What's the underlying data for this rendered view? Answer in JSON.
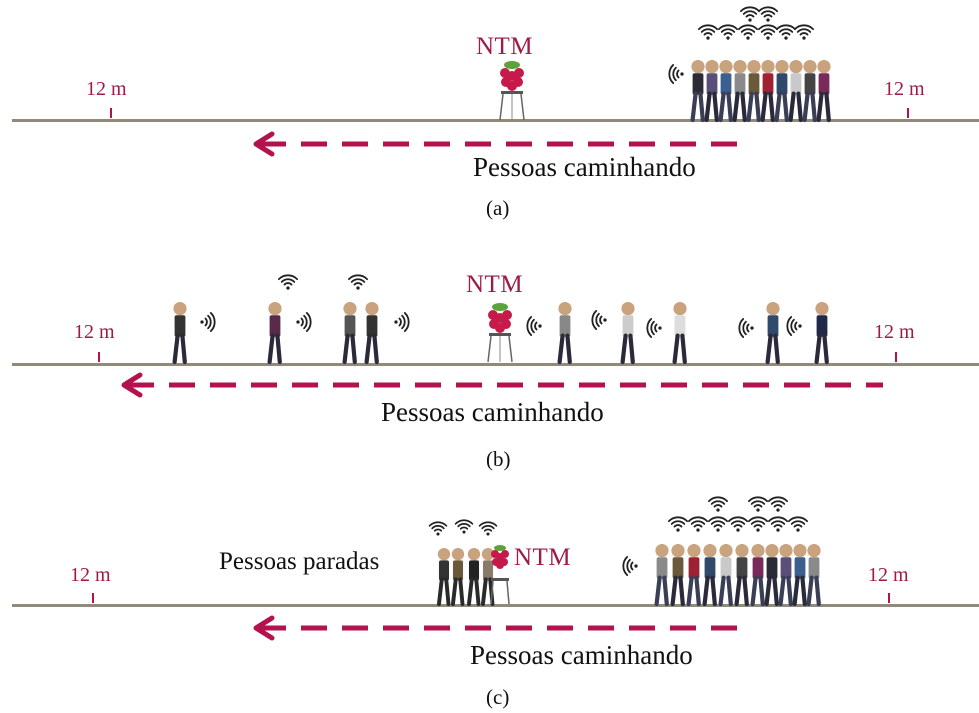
{
  "labels": {
    "distance": "12 m",
    "device": "NTM",
    "walking": "Pessoas caminhando",
    "standing": "Pessoas paradas"
  },
  "panels": [
    {
      "tag": "(a)",
      "scenario": "walking-crowd"
    },
    {
      "tag": "(b)",
      "scenario": "walking-individuals"
    },
    {
      "tag": "(c)",
      "scenario": "standing-and-walking"
    }
  ],
  "colors": {
    "accent": "#b3124f",
    "text": "#111111",
    "ground": "#8f8a7a",
    "wifi": "#222222"
  },
  "icons": [
    "raspberry-pi-icon",
    "wifi-signal-icon",
    "person-icon",
    "arrow-left-icon"
  ]
}
